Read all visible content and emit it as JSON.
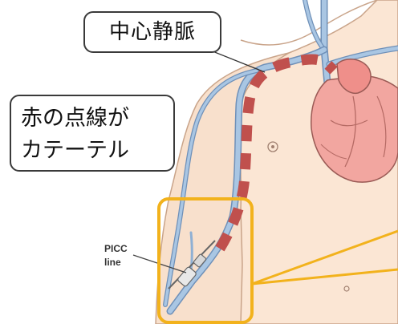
{
  "labels": {
    "central_vein": "中心静脈",
    "catheter_line1": "赤の点線が",
    "catheter_line2": "カテーテル",
    "picc_line1": "PICC",
    "picc_line2": "line"
  },
  "colors": {
    "skin": "#fbe6d4",
    "vein": "#a9c6e3",
    "vein_stroke": "#6f90b8",
    "heart": "#f2a6a0",
    "catheter_dash": "#c0504d",
    "highlight_box": "#f2b21c"
  }
}
